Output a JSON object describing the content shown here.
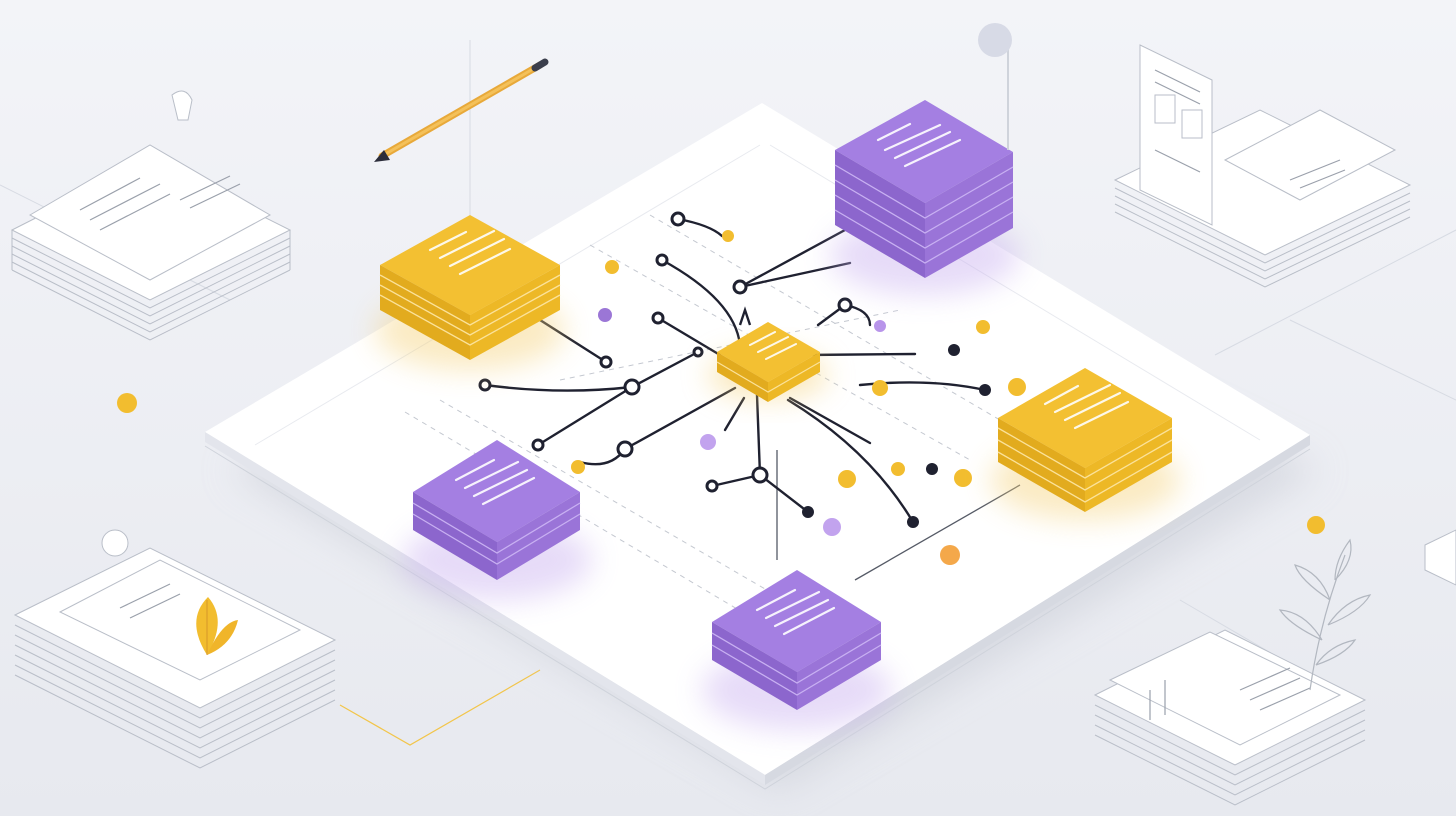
{
  "illustration": {
    "kind": "isometric network diagram",
    "background_color": "#eef0f4",
    "board_color": "#ffffff",
    "colors": {
      "accent_yellow": "#f2bd2f",
      "accent_purple": "#a37ee0",
      "line_dark": "#1f2130",
      "sketch_gray": "#b9bec8"
    },
    "central_node_color": "accent_yellow",
    "stacks": [
      {
        "name": "yellow-stack-left",
        "color": "accent_yellow"
      },
      {
        "name": "purple-stack-top",
        "color": "accent_purple"
      },
      {
        "name": "yellow-stack-right",
        "color": "accent_yellow"
      },
      {
        "name": "purple-stack-left",
        "color": "accent_purple"
      },
      {
        "name": "purple-stack-bottom",
        "color": "accent_purple"
      }
    ],
    "decorations": [
      "pencil-icon",
      "leaf-icon",
      "plant-icon",
      "paper-stack-sketches",
      "orange-dots"
    ]
  }
}
